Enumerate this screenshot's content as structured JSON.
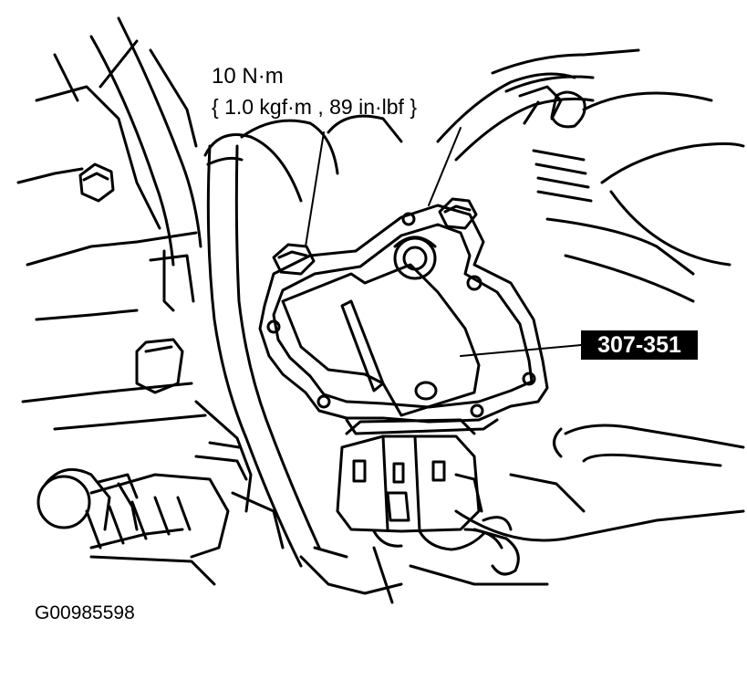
{
  "torque": {
    "value": "10 N·m",
    "conversions": "{ 1.0 kgf·m , 89 in·lbf }"
  },
  "callout": {
    "part_number": "307-351"
  },
  "figure": {
    "id": "G00985598"
  },
  "colors": {
    "line": "#000000",
    "background": "#ffffff",
    "callout_bg": "#000000",
    "callout_text": "#ffffff"
  }
}
